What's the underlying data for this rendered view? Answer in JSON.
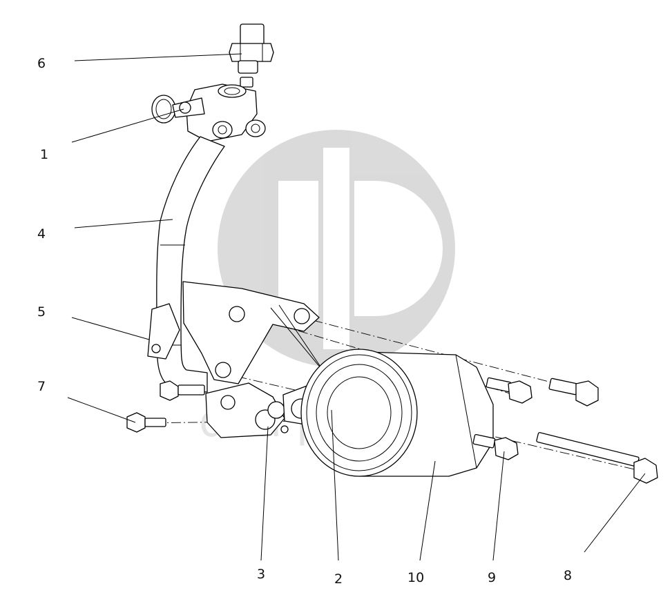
{
  "watermark": {
    "text": "dna parts",
    "color": "#bdbdbd"
  },
  "callouts": [
    {
      "id": "c6",
      "label": "6"
    },
    {
      "id": "c1",
      "label": "1"
    },
    {
      "id": "c4",
      "label": "4"
    },
    {
      "id": "c5",
      "label": "5"
    },
    {
      "id": "c7",
      "label": "7"
    },
    {
      "id": "c3",
      "label": "3"
    },
    {
      "id": "c2",
      "label": "2"
    },
    {
      "id": "c10",
      "label": "10"
    },
    {
      "id": "c9",
      "label": "9"
    },
    {
      "id": "c8",
      "label": "8"
    }
  ]
}
